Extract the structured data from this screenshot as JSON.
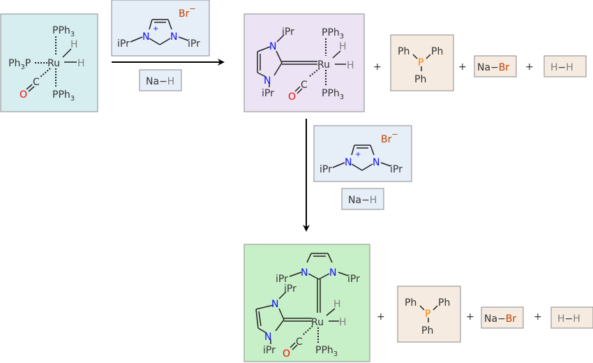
{
  "labels": {
    "Ru": "Ru",
    "PPh": "PPh",
    "Ph": "Ph",
    "P": "P",
    "sub3": "3",
    "H": "H",
    "C": "C",
    "O": "O",
    "N": "N",
    "iPr": "iPr",
    "Br": "Br",
    "minus": "−",
    "cation": "+",
    "Na": "Na",
    "bond": "−",
    "plus": "+"
  },
  "colors": {
    "reactant_bg": "#d6eef0",
    "reagent_bg": "#e6eef8",
    "product1_bg": "#ece4f4",
    "product2_bg": "#c8f0c8",
    "byproduct_bg": "#f5ebe0",
    "nitrogen": "#1010ff",
    "oxygen": "#ff0000",
    "hydrogen": "#808080",
    "phosphorus": "#ff8000",
    "bromide": "#c04000"
  }
}
